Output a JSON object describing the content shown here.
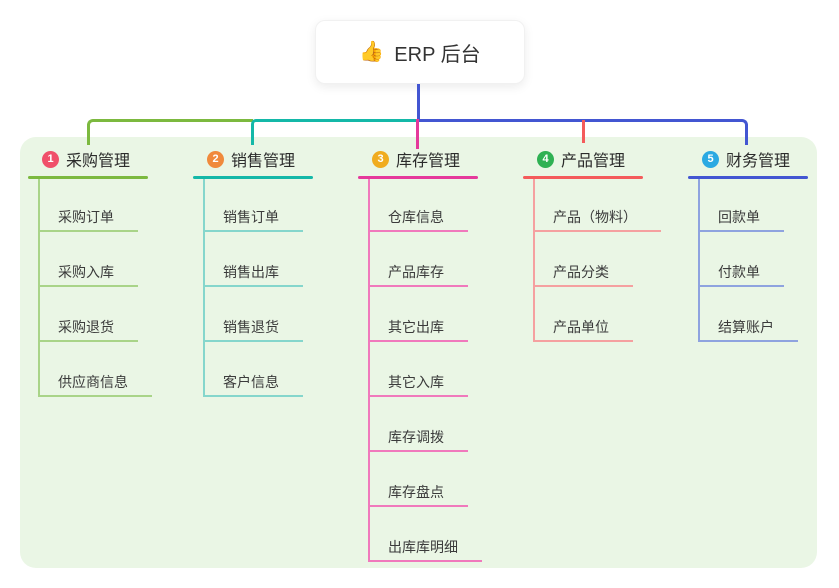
{
  "root": {
    "icon": "👍",
    "title": "ERP 后台"
  },
  "connector_color": "#4356D2",
  "canvas_bg": "#EAF6E5",
  "branches": [
    {
      "number": "1",
      "label": "采购管理",
      "color": "#7CB93F",
      "light_color": "#A9D488",
      "badge_color": "#F0506A",
      "children": [
        "采购订单",
        "采购入库",
        "采购退货",
        "供应商信息"
      ]
    },
    {
      "number": "2",
      "label": "销售管理",
      "color": "#14B8A8",
      "light_color": "#85D6CC",
      "badge_color": "#F08A3C",
      "children": [
        "销售订单",
        "销售出库",
        "销售退货",
        "客户信息"
      ]
    },
    {
      "number": "3",
      "label": "库存管理",
      "color": "#E5399B",
      "light_color": "#F079BC",
      "badge_color": "#F0AC1F",
      "children": [
        "仓库信息",
        "产品库存",
        "其它出库",
        "其它入库",
        "库存调拨",
        "库存盘点",
        "出库库明细"
      ]
    },
    {
      "number": "4",
      "label": "产品管理",
      "color": "#F45B5B",
      "light_color": "#F5A0A0",
      "badge_color": "#2FB153",
      "children": [
        "产品（物料）",
        "产品分类",
        "产品单位"
      ]
    },
    {
      "number": "5",
      "label": "财务管理",
      "color": "#4356D2",
      "light_color": "#8FA3DF",
      "badge_color": "#2BA9E2",
      "children": [
        "回款单",
        "付款单",
        "结算账户"
      ]
    }
  ]
}
